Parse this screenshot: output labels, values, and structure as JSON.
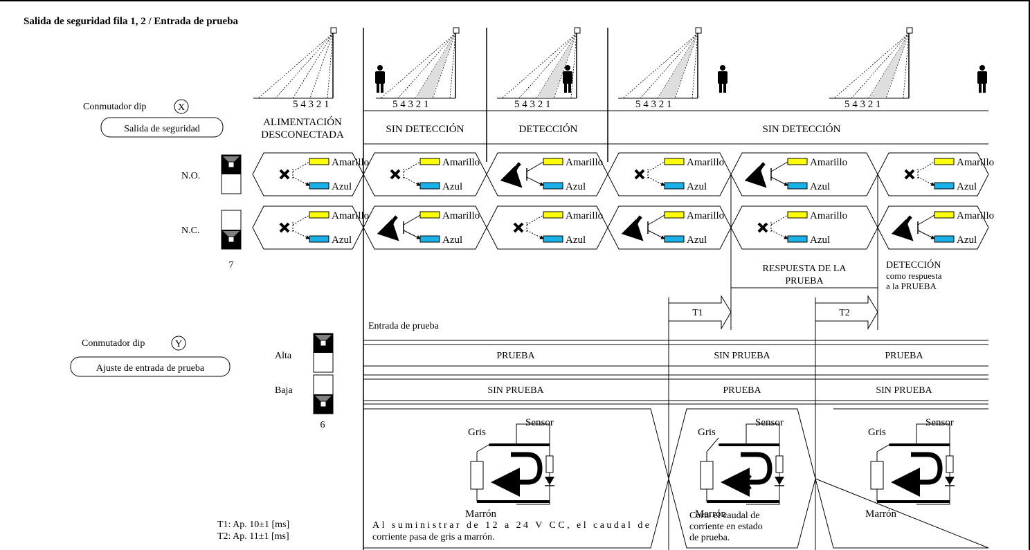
{
  "title": "Salida de seguridad fila  1, 2  /  Entrada de prueba",
  "beam_numbers": "5 4 3 2 1",
  "dip_x": {
    "label": "Conmutador dip",
    "letter": "X",
    "box": "Salida de seguridad"
  },
  "dip_y": {
    "label": "Conmutador dip",
    "letter": "Y",
    "box": "Ajuste de entrada de prueba"
  },
  "row_labels": {
    "no": "N.O.",
    "nc": "N.C.",
    "switch_x_number": "7",
    "alta": "Alta",
    "baja": "Baja",
    "switch_y_number": "6"
  },
  "states": {
    "s1_line1": "ALIMENTACIÓN",
    "s1_line2": "DESCONECTADA",
    "s2": "SIN DETECCIÓN",
    "s3": "DETECCIÓN",
    "s4": "SIN DETECCIÓN"
  },
  "colors": {
    "amarillo": "#ffff00",
    "azul": "#1ab0e8",
    "black": "#000000",
    "gray": "#808080"
  },
  "wires": {
    "yellow": "Amarillo",
    "blue": "Azul"
  },
  "response": {
    "line1": "RESPUESTA DE LA",
    "line2": "PRUEBA"
  },
  "detection_response": {
    "line1": "DETECCIÓN",
    "line2": "como respuesta",
    "line3": "a la PRUEBA"
  },
  "timers": {
    "t1": "T1",
    "t2": "T2"
  },
  "test_input_label": "Entrada de prueba",
  "test_rows": {
    "alta": [
      "PRUEBA",
      "SIN PRUEBA",
      "PRUEBA"
    ],
    "baja": [
      "SIN PRUEBA",
      "PRUEBA",
      "SIN PRUEBA"
    ]
  },
  "circuit": {
    "gris": "Gris",
    "sensor": "Sensor",
    "marron": "Marrón"
  },
  "notes": {
    "n1_line1": "Al suministrar de 12 a 24 V CC, el caudal de",
    "n1_line2": "corriente pasa de gris a marrón.",
    "n2_line1": "Corte el caudal de",
    "n2_line2": "corriente en estado",
    "n2_line3": "de prueba."
  },
  "timing_notes": {
    "t1": "T1: Ap. 10±1 [ms]",
    "t2": "T2: Ap. 11±1 [ms]"
  }
}
